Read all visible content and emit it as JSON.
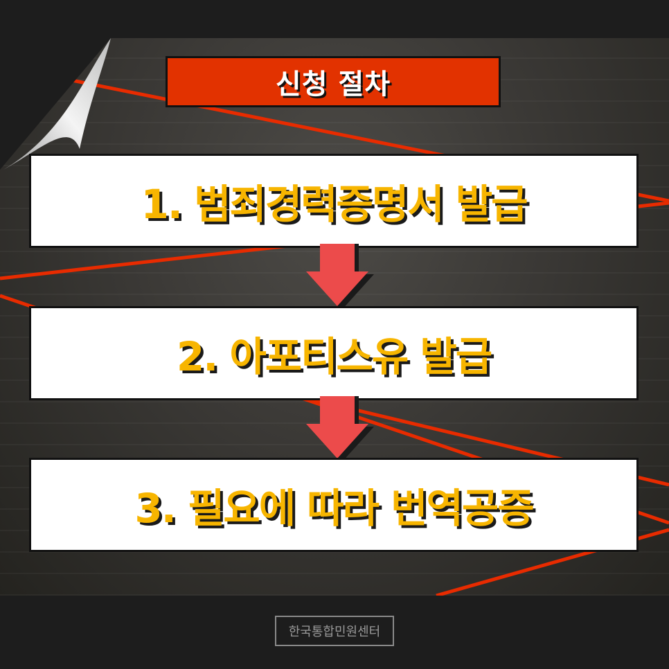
{
  "title": "신청 절차",
  "steps": [
    {
      "label": "1. 범죄경력증명서 발급"
    },
    {
      "label": "2. 아포티스유 발급"
    },
    {
      "label": "3. 필요에 따라 번역공증"
    }
  ],
  "footer_badge": "한국통합민원센터",
  "colors": {
    "title_bg": "#e23200",
    "step_text": "#f7b500",
    "arrow": "#ec4b4b",
    "laser_lines": "#e82b00"
  },
  "icons": [
    "page-curl-icon",
    "down-arrow-icon"
  ]
}
